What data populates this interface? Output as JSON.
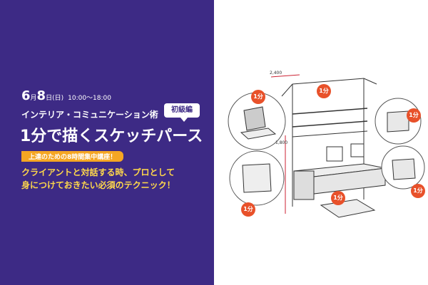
{
  "left_panel": {
    "date": {
      "month": "6",
      "month_sep": "月",
      "day": "8",
      "day_sep": "日",
      "weekday": "(日)",
      "time": "10:00～18:00"
    },
    "course_category": "インテリア・コミュニケーション術",
    "level_badge": "初級編",
    "title": "1分で描くスケッチパース",
    "subtitle_band": "上達のための8時間集中講座！",
    "description": [
      "クライアントと対話する時、プロとして",
      "身につけておきたい必須のテクニック！"
    ]
  },
  "sketch": {
    "markers": [
      "1分",
      "1分",
      "1分",
      "1分",
      "1分",
      "1分"
    ],
    "labels": {
      "top_dim": "2,400",
      "height": "1,800"
    }
  },
  "colors": {
    "panel": "#3d2a85",
    "accent_orange": "#f5a623",
    "text_yellow": "#ffd84a",
    "marker": "#e8512a"
  }
}
